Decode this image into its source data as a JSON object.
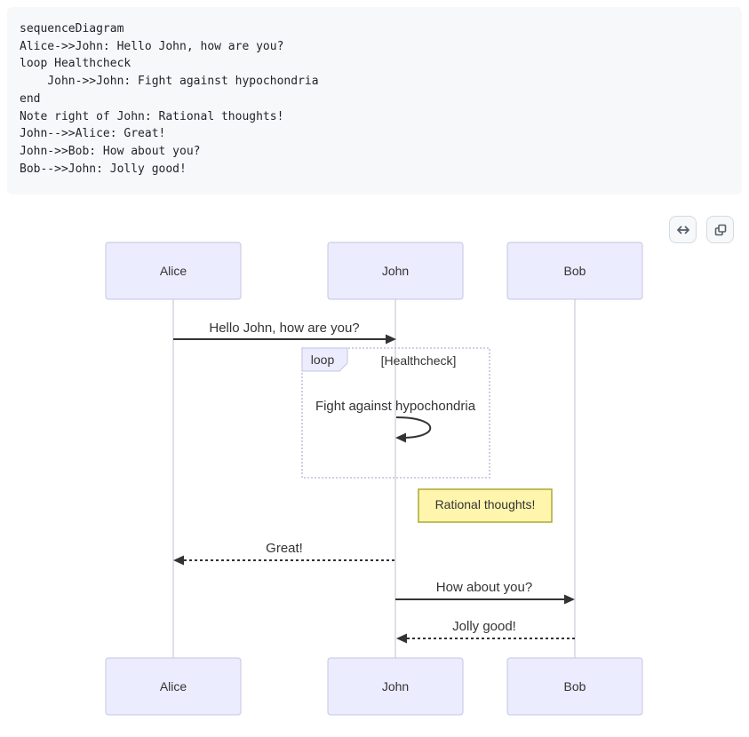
{
  "code_block": {
    "text": "sequenceDiagram\nAlice->>John: Hello John, how are you?\nloop Healthcheck\n    John->>John: Fight against hypochondria\nend\nNote right of John: Rational thoughts!\nJohn-->>Alice: Great!\nJohn->>Bob: How about you?\nBob-->>John: Jolly good!"
  },
  "toolbar": {
    "buttons": [
      {
        "name": "expand-horizontal",
        "icon": "arrows-horizontal-icon"
      },
      {
        "name": "copy",
        "icon": "copy-icon"
      }
    ]
  },
  "diagram": {
    "type": "sequence",
    "actors": [
      {
        "name": "Alice"
      },
      {
        "name": "John"
      },
      {
        "name": "Bob"
      }
    ],
    "messages": [
      {
        "from": "Alice",
        "to": "John",
        "text": "Hello John, how are you?",
        "style": "solid"
      },
      {
        "from": "John",
        "to": "John",
        "text": "Fight against hypochondria",
        "style": "solid-self"
      },
      {
        "from": "John",
        "to": "Alice",
        "text": "Great!",
        "style": "dashed"
      },
      {
        "from": "John",
        "to": "Bob",
        "text": "How about you?",
        "style": "solid"
      },
      {
        "from": "Bob",
        "to": "John",
        "text": "Jolly good!",
        "style": "dashed"
      }
    ],
    "loop": {
      "label": "loop",
      "condition": "[Healthcheck]"
    },
    "note": {
      "position": "right of John",
      "text": "Rational thoughts!"
    },
    "colors": {
      "actor_fill": "#ececff",
      "actor_border": "#c5c5e0",
      "note_fill": "#fff5ad",
      "note_border": "#aaaa33",
      "message_line": "#333333",
      "lifeline": "#d5d5e0",
      "loop_border": "#b3b3d9",
      "code_background": "#f6f8fa",
      "button_background": "#f6f8fa",
      "button_border": "#d5dbe1",
      "icon_color": "#57606a"
    }
  }
}
